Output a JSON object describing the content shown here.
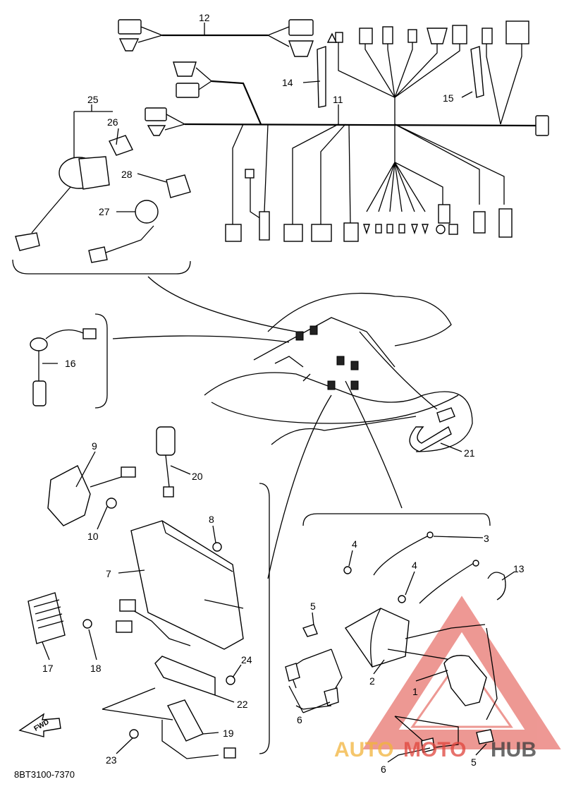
{
  "diagram_code": "8BT3100-7370",
  "fwd_label": "FWD",
  "watermark": {
    "text_a": "AUTO",
    "text_b": "MOTO",
    "text_c": "HUB",
    "color_orange": "#f2b43c",
    "color_red": "#e0443c",
    "color_dark": "#3a3a3a"
  },
  "callouts": [
    "1",
    "2",
    "3",
    "4",
    "5",
    "6",
    "7",
    "8",
    "9",
    "10",
    "11",
    "12",
    "13",
    "14",
    "15",
    "16",
    "17",
    "18",
    "19",
    "20",
    "21",
    "22",
    "23",
    "24",
    "25",
    "26",
    "27",
    "28"
  ],
  "extra_callouts": {
    "four_b": "4",
    "five_b": "5",
    "six_b": "6"
  }
}
